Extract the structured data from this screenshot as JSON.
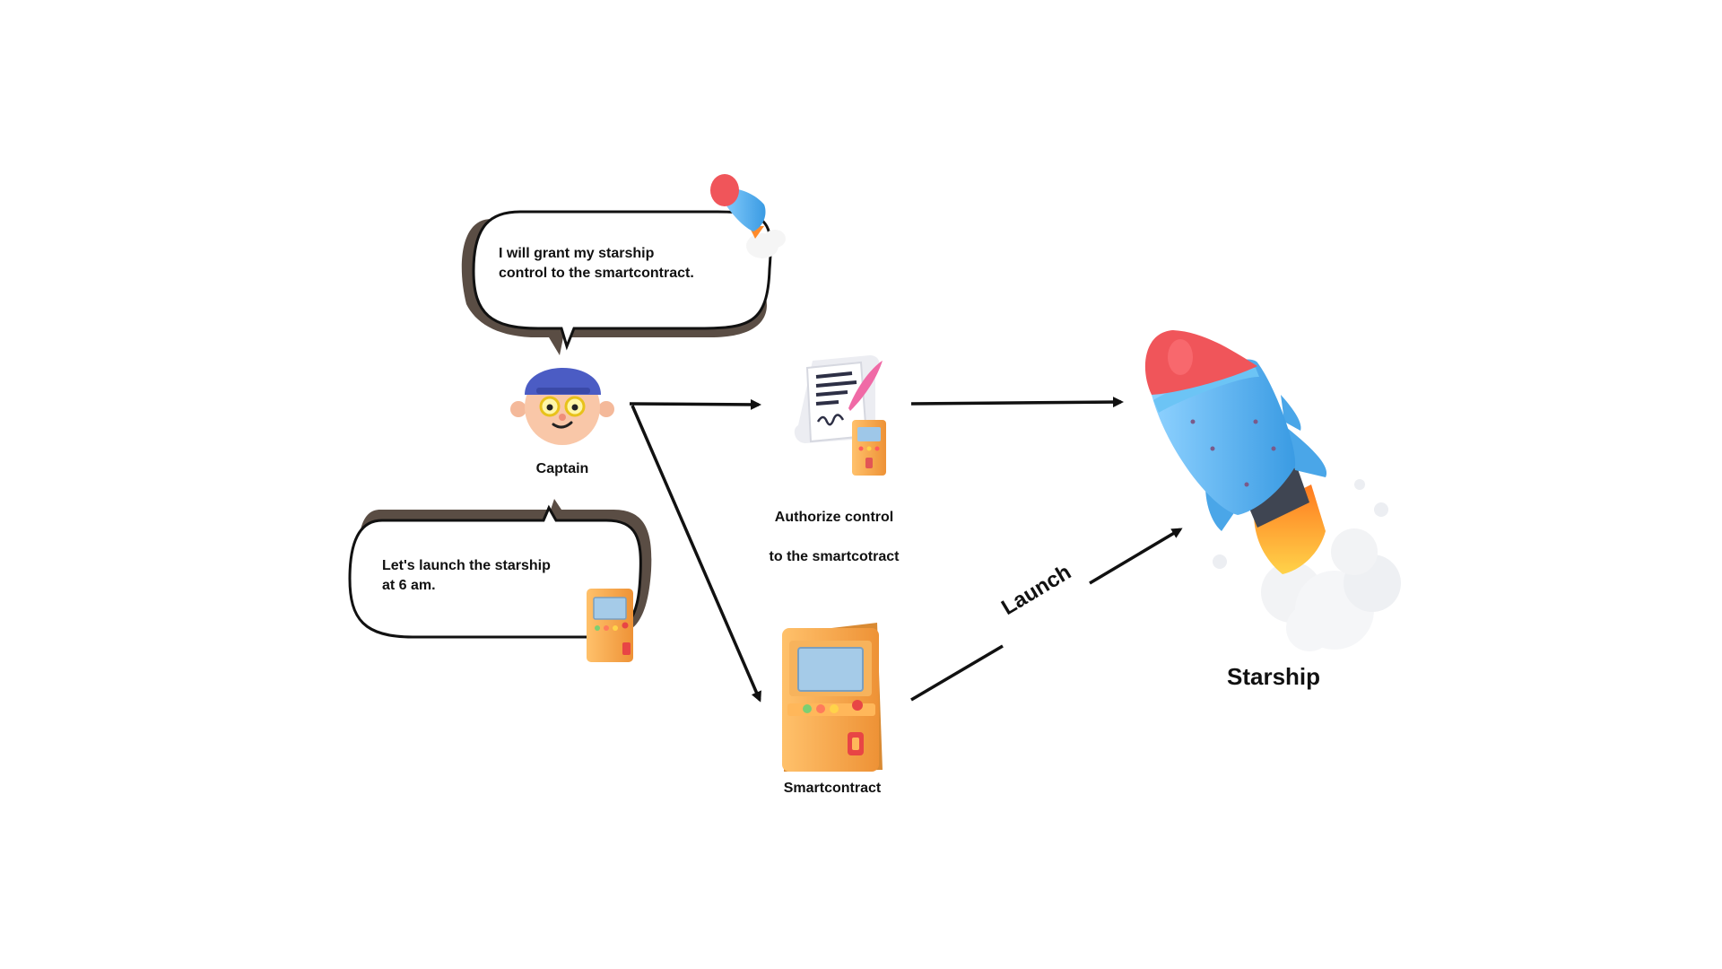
{
  "bubbles": {
    "captain_line1": "I will grant  my starship",
    "captain_line2": "control to the smartcontract.",
    "machine_line1": "Let's launch the starship",
    "machine_line2": "at 6 am."
  },
  "nodes": {
    "captain": "Captain",
    "authorize_line1": "Authorize control",
    "authorize_line2": "to the smartcotract",
    "smartcontract": "Smartcontract",
    "starship": "Starship"
  },
  "edges": {
    "launch": "Launch"
  },
  "icons": {
    "captain": "captain-avatar-icon",
    "contract": "signed-contract-icon",
    "machine": "arcade-machine-icon",
    "rocket": "rocket-icon"
  },
  "colors": {
    "rocket_body": "#5fb8f3",
    "rocket_nose": "#f0555a",
    "machine": "#f6a64a",
    "bubble_shadow": "#5a4d44",
    "cap": "#4b5cc4"
  }
}
